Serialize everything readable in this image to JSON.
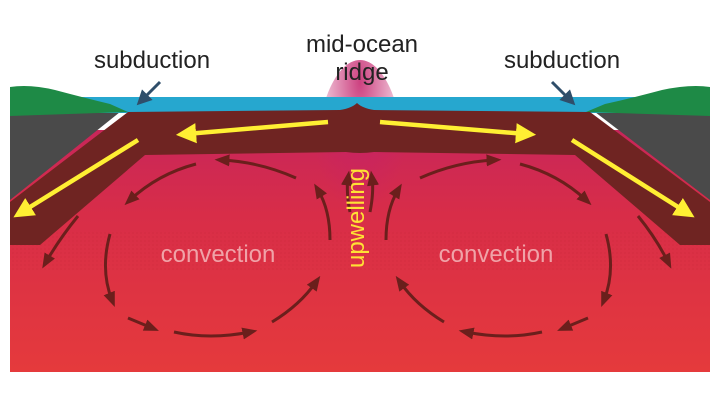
{
  "labels": {
    "subduction_left": "subduction",
    "ridge_line1": "mid-ocean",
    "ridge_line2": "ridge",
    "subduction_right": "subduction",
    "upwelling": "upwelling",
    "convection_left": "convection",
    "convection_right": "convection"
  },
  "colors": {
    "ocean": "#26a7cf",
    "continent": "#1e8a46",
    "lithosphere": "#6f2422",
    "mantle": "#e6363d",
    "upper_mantle": "#d42c45",
    "crust_dark": "#4a4a4a",
    "plate_arrow": "#ffef33",
    "convection_arrow": "#6b1f1c",
    "upwelling_text": "#ffe135",
    "convection_text": "#f0a3a8",
    "label_text": "#222222",
    "pointer": "#2f4e6a"
  }
}
